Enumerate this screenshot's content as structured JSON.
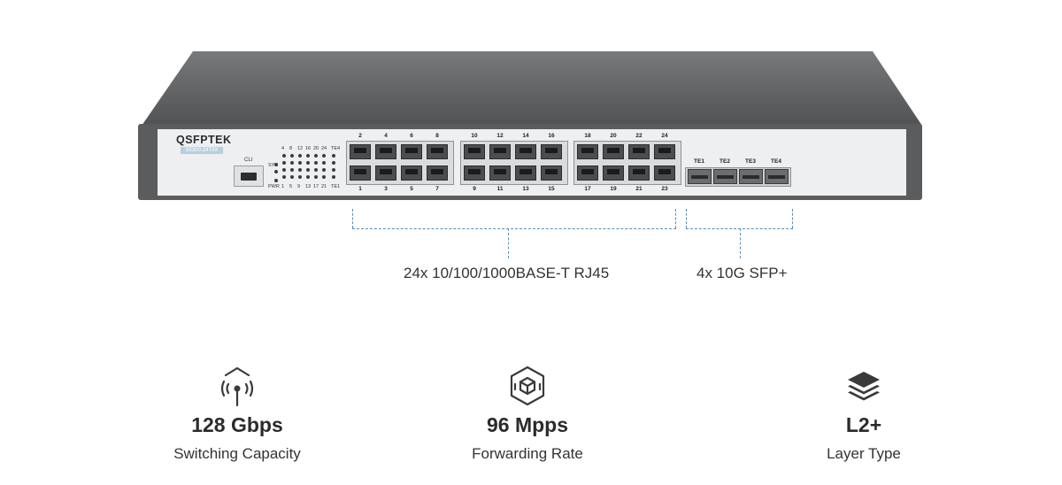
{
  "device": {
    "brand": "QSFPTEK",
    "model": "S5300-24T4X",
    "cli_label": "CLI",
    "led_labels": {
      "top": [
        "4",
        "8",
        "12",
        "16",
        "20",
        "24",
        "TE4"
      ],
      "sys": "SYS",
      "pwr": "PWR",
      "bottom": [
        "1",
        "5",
        "9",
        "13",
        "17",
        "21",
        "TE1"
      ]
    },
    "ports_top": [
      "2",
      "4",
      "6",
      "8",
      "10",
      "12",
      "14",
      "16",
      "18",
      "20",
      "22",
      "24"
    ],
    "ports_bottom": [
      "1",
      "3",
      "5",
      "7",
      "9",
      "11",
      "13",
      "15",
      "17",
      "19",
      "21",
      "23"
    ],
    "sfp_ports": [
      "TE1",
      "TE2",
      "TE3",
      "TE4"
    ]
  },
  "callouts": {
    "rj45": "24x 10/100/1000BASE-T RJ45",
    "sfp": "4x 10G SFP+"
  },
  "stats": [
    {
      "icon": "antenna-icon",
      "value": "128 Gbps",
      "label": "Switching Capacity"
    },
    {
      "icon": "network-cube-icon",
      "value": "96 Mpps",
      "label": "Forwarding Rate"
    },
    {
      "icon": "layers-icon",
      "value": "L2+",
      "label": "Layer Type"
    }
  ],
  "colors": {
    "chassis": "#5a5c5e",
    "faceplate": "#edeff0",
    "dashed_lines": "#5b8fb0"
  }
}
